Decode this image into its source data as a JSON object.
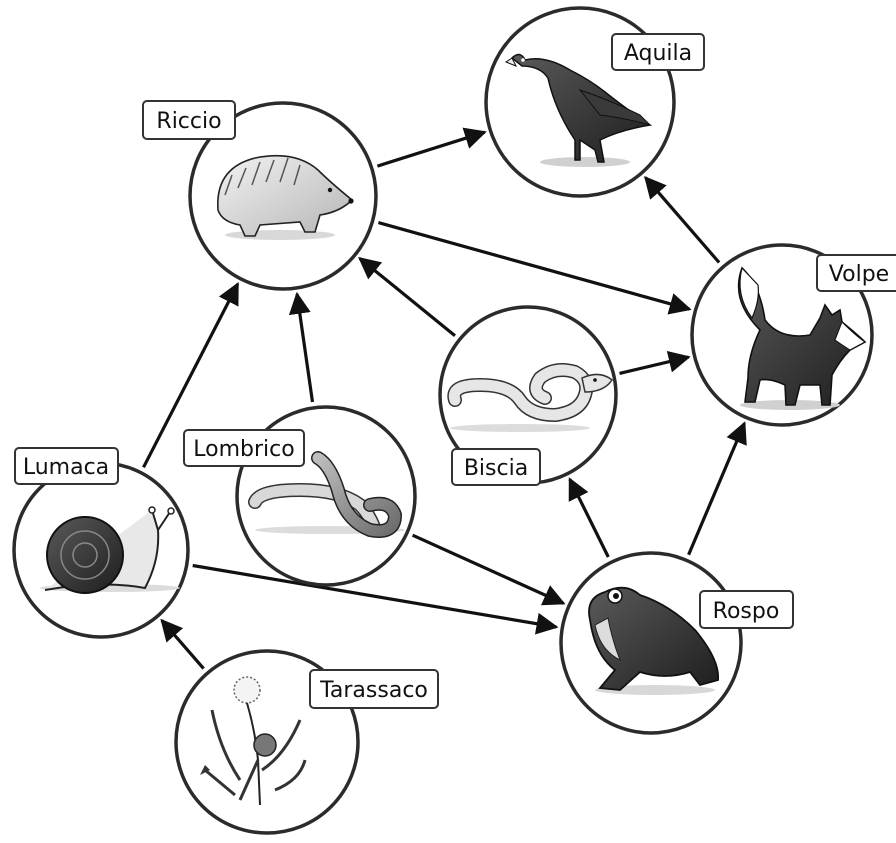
{
  "diagram": {
    "type": "food-web",
    "nodes": [
      {
        "id": "aquila",
        "label": "Aquila",
        "icon": "eagle-icon"
      },
      {
        "id": "riccio",
        "label": "Riccio",
        "icon": "hedgehog-icon"
      },
      {
        "id": "volpe",
        "label": "Volpe",
        "icon": "fox-icon"
      },
      {
        "id": "biscia",
        "label": "Biscia",
        "icon": "snake-icon"
      },
      {
        "id": "lombrico",
        "label": "Lombrico",
        "icon": "earthworm-icon"
      },
      {
        "id": "lumaca",
        "label": "Lumaca",
        "icon": "snail-icon"
      },
      {
        "id": "rospo",
        "label": "Rospo",
        "icon": "toad-icon"
      },
      {
        "id": "tarassaco",
        "label": "Tarassaco",
        "icon": "dandelion-icon"
      }
    ],
    "edges": [
      {
        "from": "riccio",
        "to": "aquila"
      },
      {
        "from": "volpe",
        "to": "aquila"
      },
      {
        "from": "riccio",
        "to": "volpe"
      },
      {
        "from": "biscia",
        "to": "riccio"
      },
      {
        "from": "biscia",
        "to": "volpe"
      },
      {
        "from": "lombrico",
        "to": "riccio"
      },
      {
        "from": "lumaca",
        "to": "riccio"
      },
      {
        "from": "lombrico",
        "to": "rospo"
      },
      {
        "from": "lumaca",
        "to": "rospo"
      },
      {
        "from": "rospo",
        "to": "biscia"
      },
      {
        "from": "rospo",
        "to": "volpe"
      },
      {
        "from": "tarassaco",
        "to": "lumaca"
      }
    ]
  }
}
